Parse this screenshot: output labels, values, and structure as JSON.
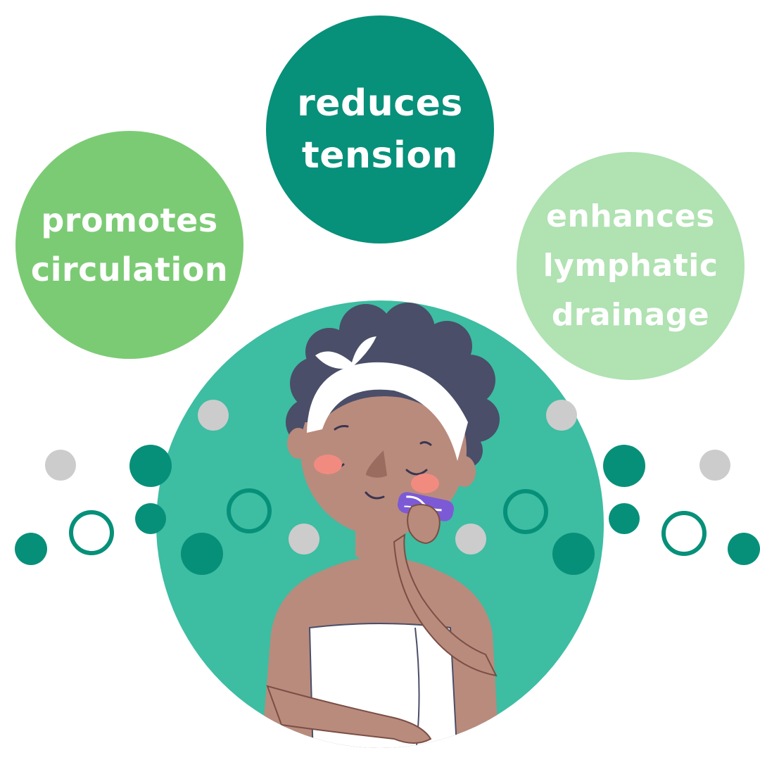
{
  "benefits": {
    "tension": {
      "lines": [
        "reduces",
        "tension"
      ]
    },
    "circulation": {
      "lines": [
        "promotes",
        "circulation"
      ]
    },
    "lymph": {
      "lines": [
        "enhances",
        "lymphatic",
        "drainage"
      ]
    }
  },
  "colors": {
    "tension_bubble": "#07907A",
    "circulation_bubble": "#7BCB74",
    "lymph_bubble": "#B0E2B2",
    "main_circle": "#3DBDA2",
    "dot_dark": "#079079",
    "dot_gray": "#CCCCCC",
    "skin": "#B98B7D",
    "hair": "#4A4E68",
    "towel": "#FFFFFF",
    "blush": "#F18B80",
    "roller": "#7C5AD6",
    "outline": "#7A4E45"
  },
  "icons": {
    "illustration": "woman-facial-massage-illustration",
    "roller": "massage-roller-icon"
  }
}
